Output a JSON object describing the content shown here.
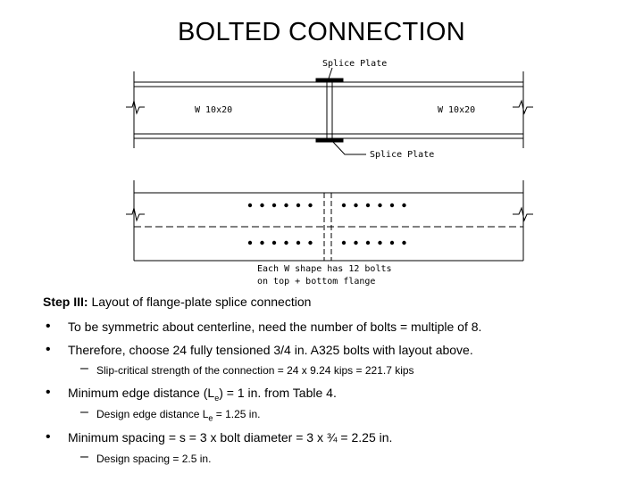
{
  "title": "BOLTED CONNECTION",
  "drawing": {
    "splice_plate_top_label": "Splice Plate",
    "splice_plate_bottom_label": "Splice Plate",
    "beam_left_label": "W 10x20",
    "beam_right_label": "W 10x20",
    "note_line1": "Each W shape has 12 bolts",
    "note_line2": "on top + bottom flange"
  },
  "content": {
    "step_label": "Step III:",
    "step_text": " Layout of flange-plate splice connection",
    "bullets": [
      {
        "text": "To be symmetric about centerline, need the number of bolts = multiple of 8."
      },
      {
        "text": "Therefore, choose 24 fully tensioned 3/4 in. A325 bolts with layout above.",
        "sub": "Slip-critical strength of the connection = 24 x 9.24 kips = 221.7 kips"
      },
      {
        "text_pre": "Minimum edge distance (L",
        "text_subscript": "e",
        "text_post": ") = 1 in. from Table 4.",
        "sub_pre": "Design edge distance L",
        "sub_subscript": "e",
        "sub_post": " = 1.25 in."
      },
      {
        "text": "Minimum spacing = s = 3 x bolt diameter = 3 x ¾ = 2.25 in.",
        "sub": "Design spacing = 2.5 in."
      }
    ],
    "bullet_glyph": "•",
    "dash_glyph": "–"
  }
}
